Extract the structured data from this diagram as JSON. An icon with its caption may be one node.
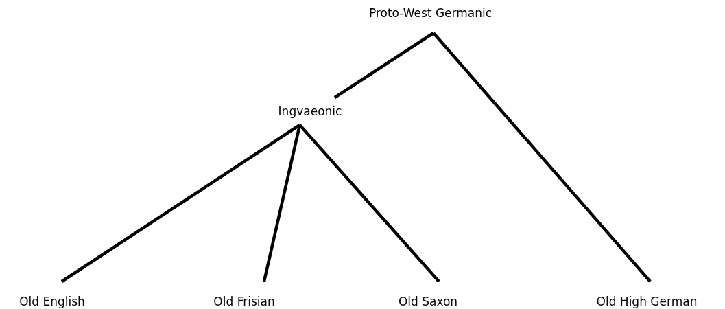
{
  "diagram": {
    "nodes": [
      {
        "text": [
          "Proto-West Germanic"
        ]
      },
      {
        "text": [
          "Ingvaeonic"
        ]
      },
      {
        "text": [
          "Old English"
        ]
      },
      {
        "text": [
          "Old Frisian"
        ]
      },
      {
        "text": [
          "Old Saxon"
        ]
      },
      {
        "text": [
          "Old High German"
        ]
      }
    ],
    "edges": [
      {
        "from": 0,
        "to": 1,
        "arrow": "none"
      },
      {
        "from": 0,
        "to": 5,
        "arrow": "none"
      },
      {
        "from": 1,
        "to": 2,
        "arrow": "none"
      },
      {
        "from": 1,
        "to": 3,
        "arrow": "none"
      },
      {
        "from": 1,
        "to": 4,
        "arrow": "none"
      }
    ]
  }
}
